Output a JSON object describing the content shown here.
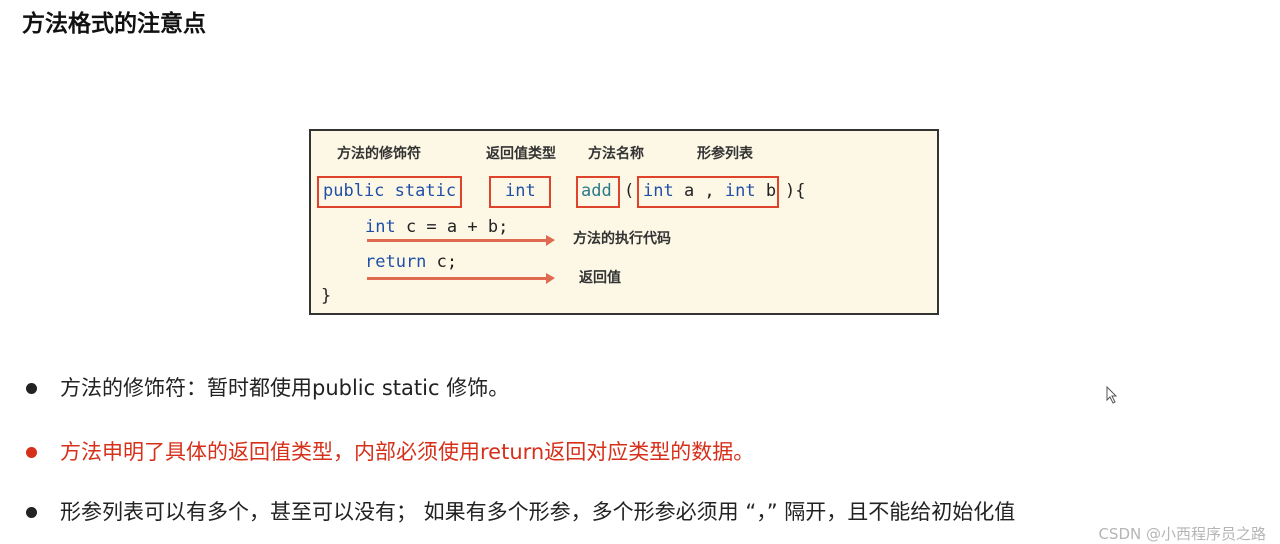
{
  "title": "方法格式的注意点",
  "diagram": {
    "labels": {
      "modifier": "方法的修饰符",
      "return_type": "返回值类型",
      "method_name": "方法名称",
      "params": "形参列表",
      "body": "方法的执行代码",
      "return_value": "返回值"
    },
    "code": {
      "modifier": "public static",
      "return_type": "int",
      "name": "add",
      "open_paren": "(",
      "params_int1": "int",
      "params_a": " a , ",
      "params_int2": "int",
      "params_b": " b",
      "close": "){",
      "line2_kw": "int",
      "line2_rest": " c = a + b;",
      "line3_kw": "return",
      "line3_rest": " c;",
      "closing_brace": "}"
    },
    "colors": {
      "keyword": "#1f4fa8",
      "highlight_box": "#e0432b",
      "background": "#fdf8e6"
    }
  },
  "bullets": [
    {
      "text": "方法的修饰符：暂时都使用public static 修饰。",
      "color": "#222222"
    },
    {
      "text": "方法申明了具体的返回值类型，内部必须使用return返回对应类型的数据。",
      "color": "#d6301a"
    },
    {
      "text": "形参列表可以有多个，甚至可以没有； 如果有多个形参，多个形参必须用 “，” 隔开，且不能给初始化值",
      "color": "#222222"
    }
  ],
  "watermark": "CSDN @小西程序员之路"
}
